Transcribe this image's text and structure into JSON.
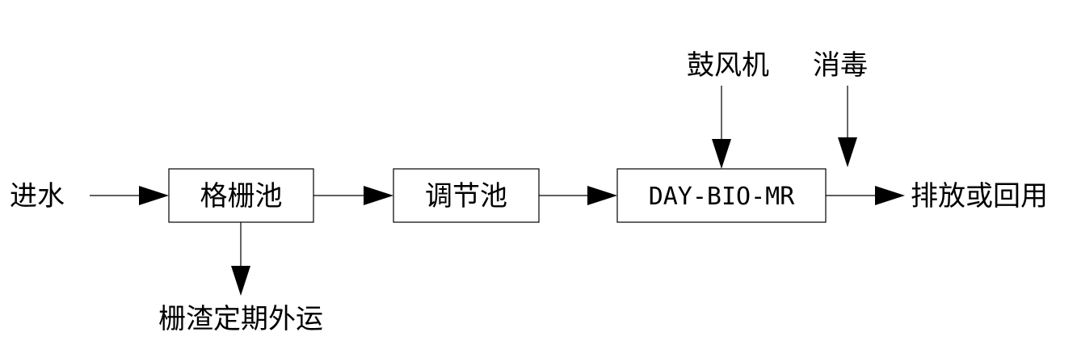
{
  "labels": {
    "inlet": "进水",
    "blower": "鼓风机",
    "disinfection": "消毒",
    "outlet": "排放或回用",
    "screenings": "栅渣定期外运"
  },
  "boxes": {
    "screen_tank": "格栅池",
    "equalization_tank": "调节池",
    "reactor": "DAY-BIO-MR"
  }
}
